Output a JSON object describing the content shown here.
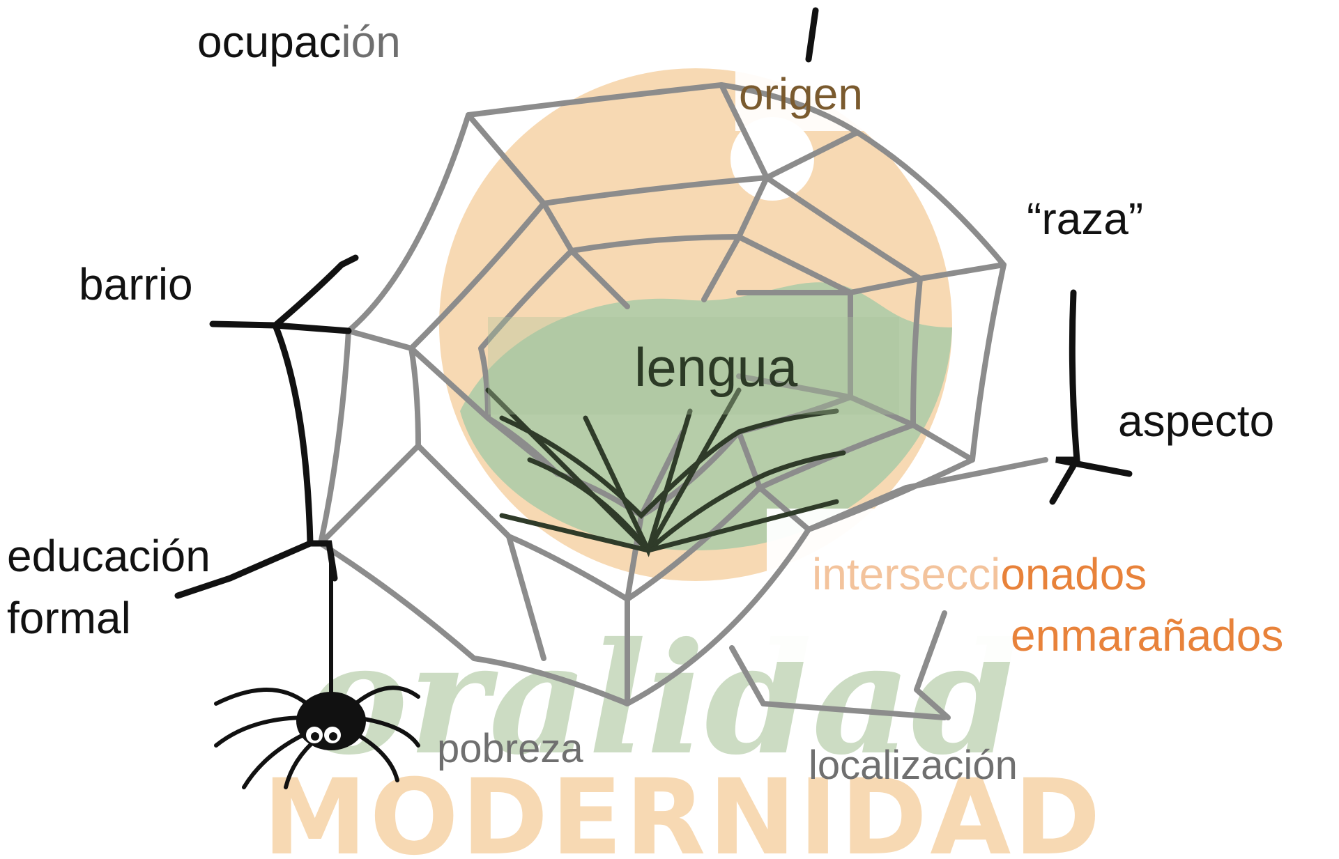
{
  "diagram": {
    "center_label": "lengua",
    "labels": {
      "ocupacion_a": "ocupac",
      "ocupacion_b": "ión",
      "origen": "origen",
      "raza": "“raza”",
      "barrio": "barrio",
      "aspecto": "aspecto",
      "educacion_line1": "educación",
      "educacion_line2": "formal",
      "pobreza": "pobreza",
      "localizacion": "localización",
      "intersec_a": "intersecci",
      "intersec_b": "onados",
      "enmaranados": "enmarañados"
    }
  },
  "logo": {
    "script_text": "oralidad",
    "word_text": "MODERNIDAD",
    "colors": {
      "sun": "#f6d3a6",
      "hill": "#a9c49a",
      "script": "#a9c49a",
      "word": "#f6d3a6"
    }
  },
  "colors": {
    "web_grey": "#8c8c8c",
    "web_black": "#111111",
    "label_orange": "#e8823a"
  }
}
